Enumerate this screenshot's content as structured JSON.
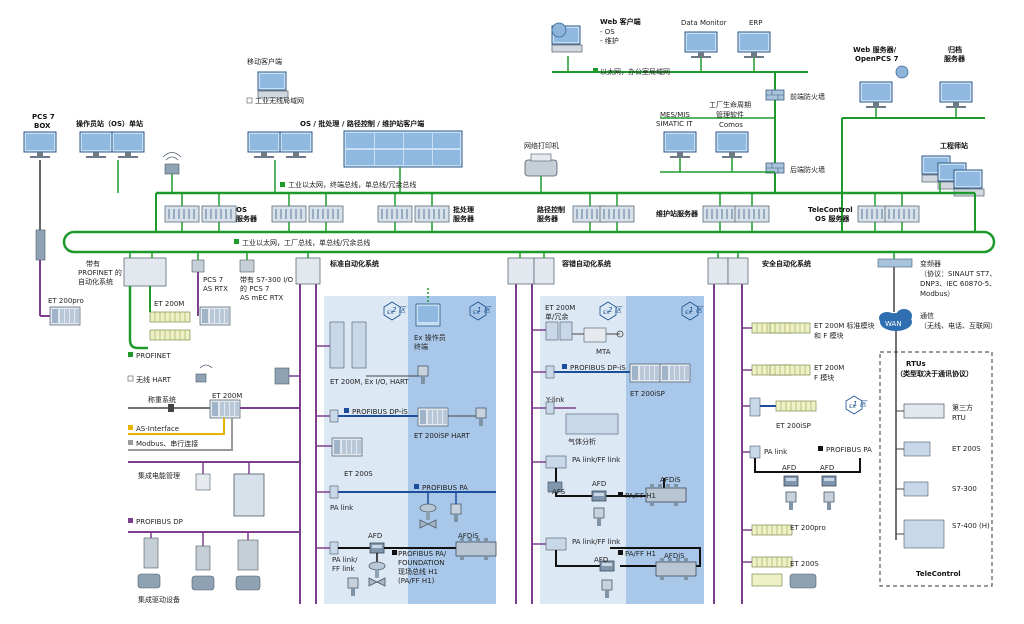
{
  "labels": {
    "web_client": "Web 客户端",
    "web_client_sub1": "- OS",
    "web_client_sub2": "- 维护",
    "data_monitor": "Data Monitor",
    "erp": "ERP",
    "web_server": "Web 服务器/",
    "web_server2": "OpenPCS 7",
    "archive": "归档",
    "archive2": "服务器",
    "mobile_client": "移动客户端",
    "wlan": "工业无线局域网",
    "office_ethernet": "以太网，办公室局域网",
    "front_firewall": "前端防火墙",
    "rear_firewall": "后端防火墙",
    "mes1": "MES/MIS",
    "mes2": "SIMATIC IT",
    "plm1": "工厂生命周期",
    "plm2": "管理软件",
    "plm3": "Comos",
    "pcs7box1": "PCS 7",
    "pcs7box2": "BOX",
    "os_single": "操作员站（OS）单站",
    "os_clients": "OS / 批处理 / 路径控制 / 维护站客户端",
    "net_printer": "网络打印机",
    "engineering": "工程师站",
    "terminal_bus": "工业以太网，终端总线，单总线/冗余总线",
    "os_server1": "OS",
    "os_server2": "服务器",
    "batch_server1": "批处理",
    "batch_server2": "服务器",
    "route_server1": "路径控制",
    "route_server2": "服务器",
    "maint_server": "维护站服务器",
    "telecontrol_os1": "TeleControl",
    "telecontrol_os2": "OS 服务器",
    "plant_bus": "工业以太网，工厂总线，单总线/冗余总线",
    "profinet_sys1": "带有",
    "profinet_sys2": "PROFINET 的",
    "profinet_sys3": "自动化系统",
    "as_rtx1": "PCS 7",
    "as_rtx2": "AS RTX",
    "s7300_1": "带有 S7-300 I/O",
    "s7300_2": "的 PCS 7",
    "s7300_3": "AS mEC RTX",
    "std_auto": "标准自动化系统",
    "red_auto": "容错自动化系统",
    "safe_auto": "安全自动化系统",
    "converter1": "变频器",
    "converter2": "（协议：SINAUT ST7、",
    "converter3": "DNP3、IEC 60870-5、",
    "converter4": "Modbus）",
    "comm1": "通信",
    "comm2": "（无线、电话、互联网）",
    "wan": "WAN",
    "et200pro": "ET 200pro",
    "et200m": "ET 200M",
    "profinet": "PROFINET",
    "wireless_hart": "无线 HART",
    "weighing": "称重系统",
    "as_interface": "AS-Interface",
    "modbus": "Modbus、串行连接",
    "power_mgmt": "集成电能管理",
    "profibus_dp": "PROFIBUS DP",
    "drives": "集成驱动设备",
    "zone2": "2 区",
    "zone1": "1 区",
    "ex_terminal1": "Ex 操作员",
    "ex_terminal2": "终端",
    "et200m_exio": "ET 200M, Ex I/O, HART",
    "profibus_dp_is": "PROFIBUS DP-iS",
    "et200isp_hart": "ET 200iSP HART",
    "et200s": "ET 200S",
    "pa_link": "PA link",
    "profibus_pa": "PROFIBUS PA",
    "pa_ff_link1": "PA link/",
    "pa_ff_link2": "FF link",
    "afd": "AFD",
    "afdis": "AFDiS",
    "pa_found1": "PROFIBUS PA/",
    "pa_found2": "FOUNDATION",
    "pa_found3": "现场总线 H1",
    "pa_found4": "(PA/FF H1)",
    "red_et200m1": "ET 200M",
    "red_et200m2": "单/冗余",
    "mta": "MTA",
    "et200isp": "ET 200iSP",
    "ylink": "Y-link",
    "gas_analysis": "气体分析",
    "pa_ff_link": "PA link/FF link",
    "afs": "AFS",
    "pa_ff_h1": "PA/FF H1",
    "safe_et200m1": "ET 200M 标准模块",
    "safe_et200m2": "和 F 模块",
    "safe_et200m_f1": "ET 200M",
    "safe_et200m_f2": "F 模块",
    "rtus1": "RTUs",
    "rtus2": "（类型取决于通讯协议）",
    "third_rtu1": "第三方",
    "third_rtu2": "RTU",
    "s7_300": "S7-300",
    "s7_400": "S7-400 (H)",
    "telecontrol": "TeleControl"
  },
  "colors": {
    "ethernet": "#1e9a2c",
    "profibus_dp": "#7b3f8e",
    "profibus_pa": "#1b4d9b",
    "as_interface": "#e8b400",
    "modbus": "#9a9a9a",
    "zone2_bg": "#dde8f5",
    "zone1_bg": "#a9c7e8"
  }
}
